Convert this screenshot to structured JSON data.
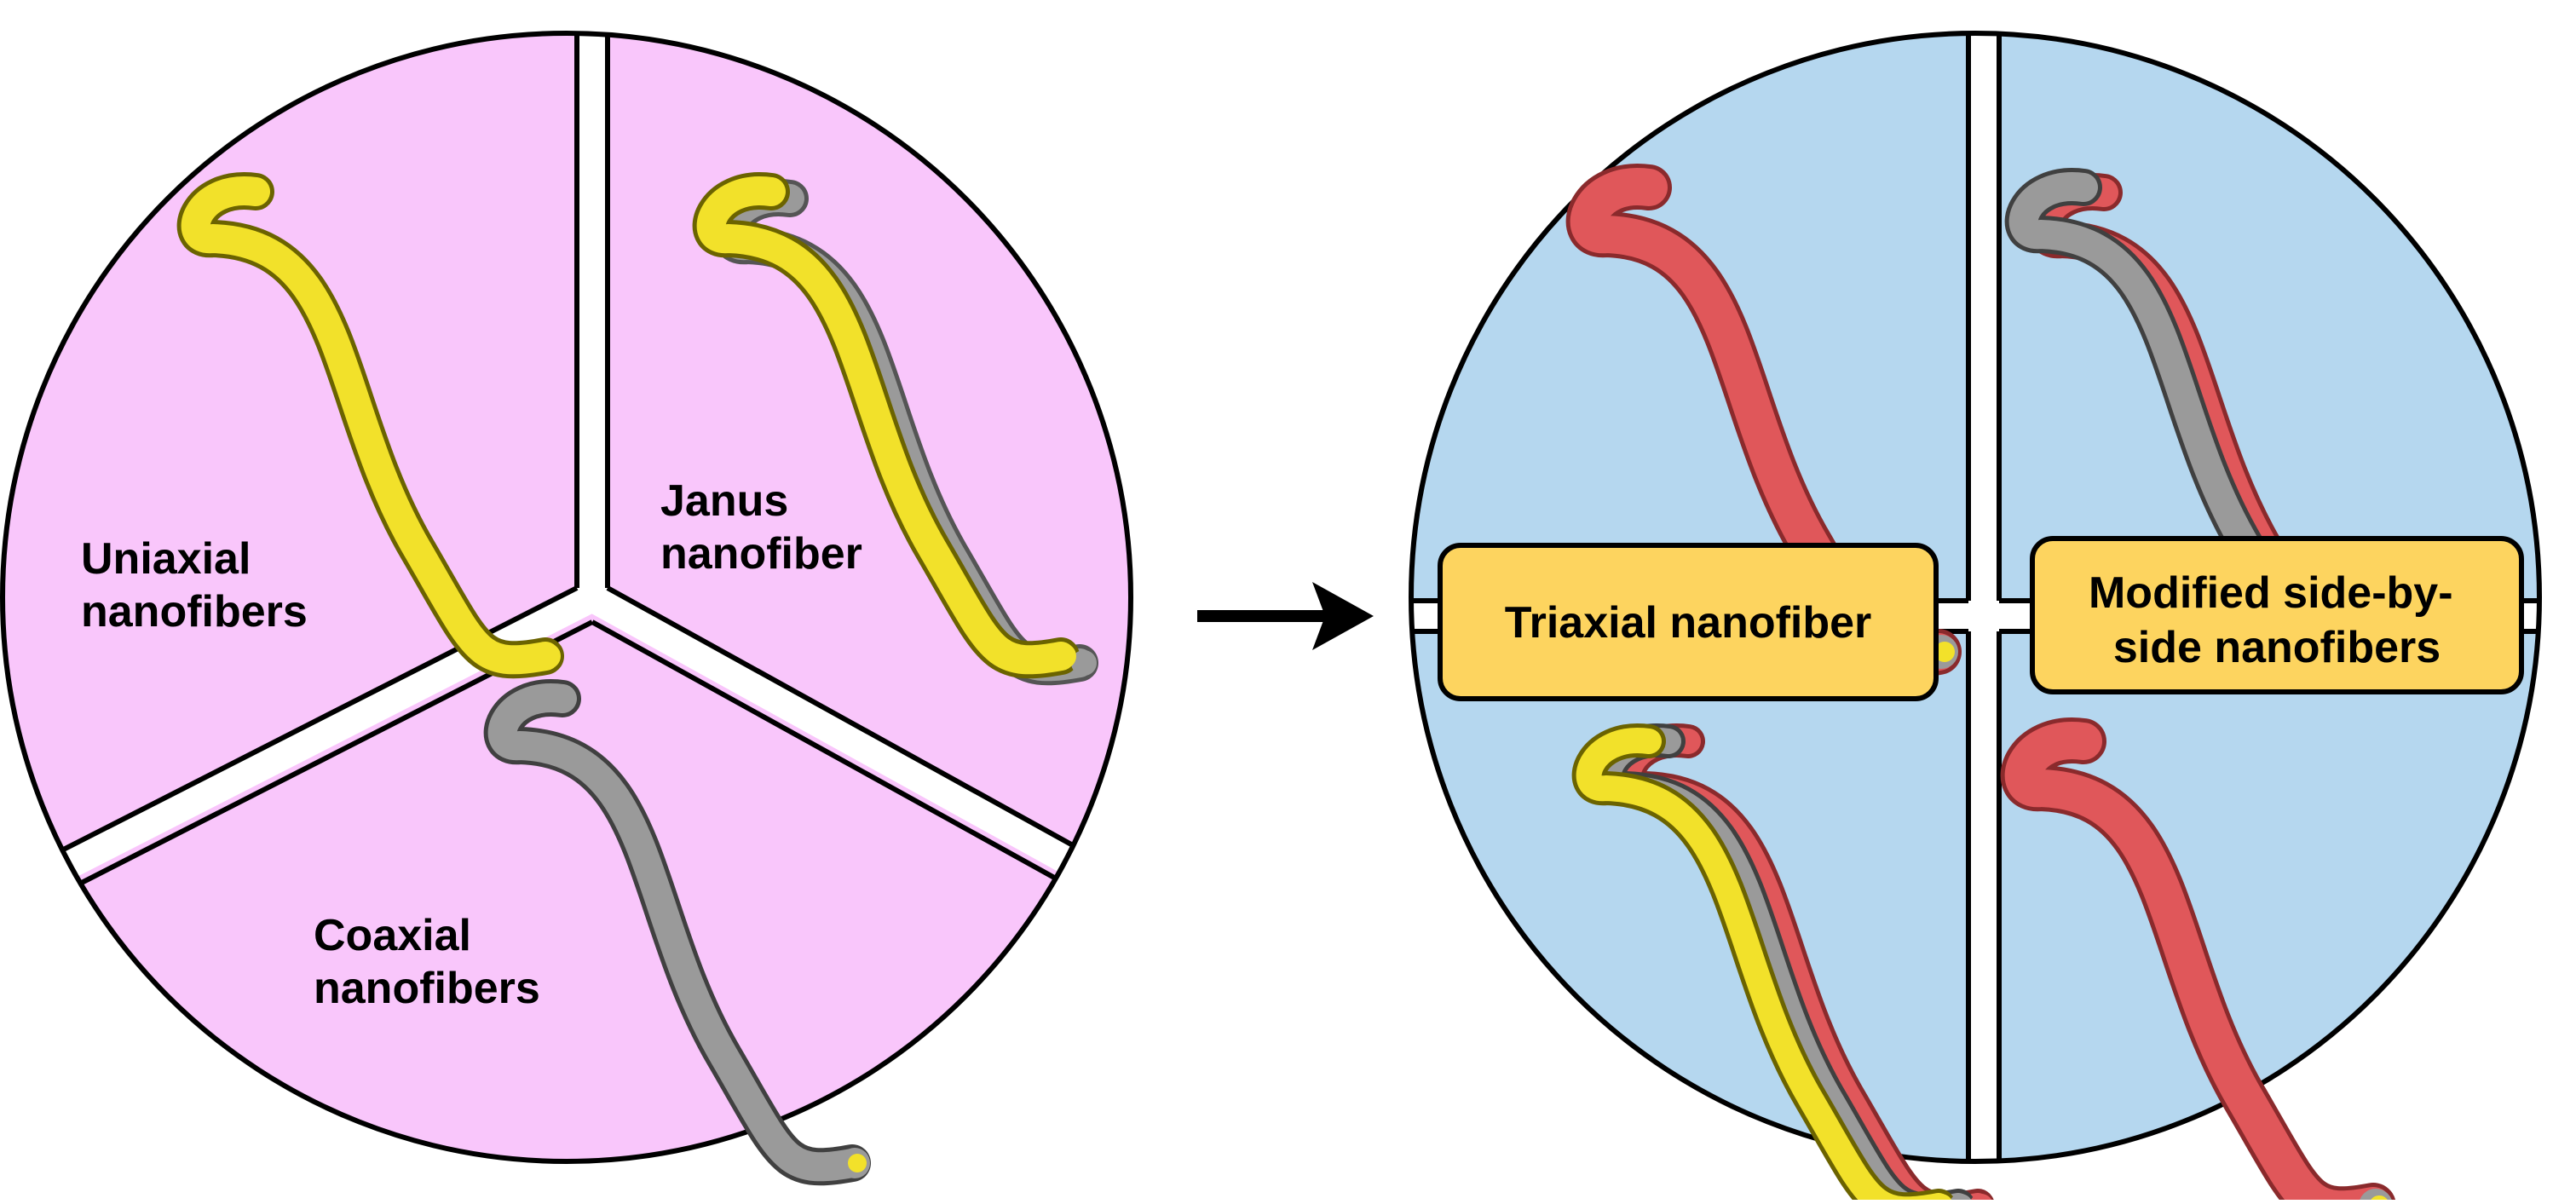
{
  "left_diagram": {
    "sectors": [
      {
        "lines": [
          "Uniaxial",
          "nanofibers"
        ]
      },
      {
        "lines": [
          "Janus",
          "nanofiber"
        ]
      },
      {
        "lines": [
          "Coaxial",
          "nanofibers"
        ]
      }
    ]
  },
  "right_diagram": {
    "labels": [
      {
        "lines": [
          "Triaxial nanofiber"
        ]
      },
      {
        "lines": [
          "Modified side-by-",
          "side nanofibers"
        ]
      }
    ]
  },
  "colors": {
    "pink": "#f9c6fb",
    "blue": "#b5d7ef",
    "yellow": "#f2e12a",
    "gray": "#9a9a9a",
    "red": "#e0575a",
    "label_fill": "#fdd45f",
    "outline": "#000000"
  },
  "icons": {
    "arrow": "arrow-right-icon",
    "fiber": "s-curve-fiber-icon"
  }
}
